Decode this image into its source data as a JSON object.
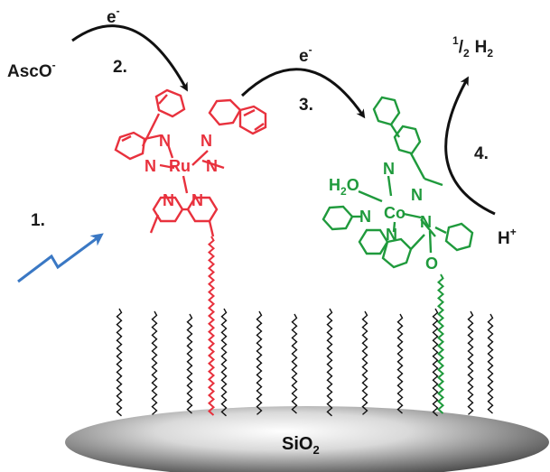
{
  "colors": {
    "ruthenium_complex": "#e8313d",
    "cobalt_complex": "#1f9a3c",
    "light_arrow": "#3a78c4",
    "arrows": "#111111",
    "alkyl_chains": "#111111"
  },
  "labels": {
    "reductant": "AscO",
    "reductant_charge": "-",
    "electron_left": "e",
    "electron_right": "e",
    "electron_charge": "-",
    "step1": "1.",
    "step2": "2.",
    "step3": "3.",
    "step4": "4.",
    "proton": "H",
    "proton_charge": "+",
    "product_num": "1",
    "product_den": "2",
    "product": "H",
    "product_sub": "2",
    "surface": "SiO",
    "surface_sub": "2"
  },
  "ru_complex": {
    "metal": "Ru",
    "nitrogen": "N"
  },
  "co_complex": {
    "metal": "Co",
    "nitrogen": "N",
    "ligand_water": "H",
    "ligand_water_sub": "2",
    "ligand_water_o": "O",
    "anchor_o": "O"
  }
}
